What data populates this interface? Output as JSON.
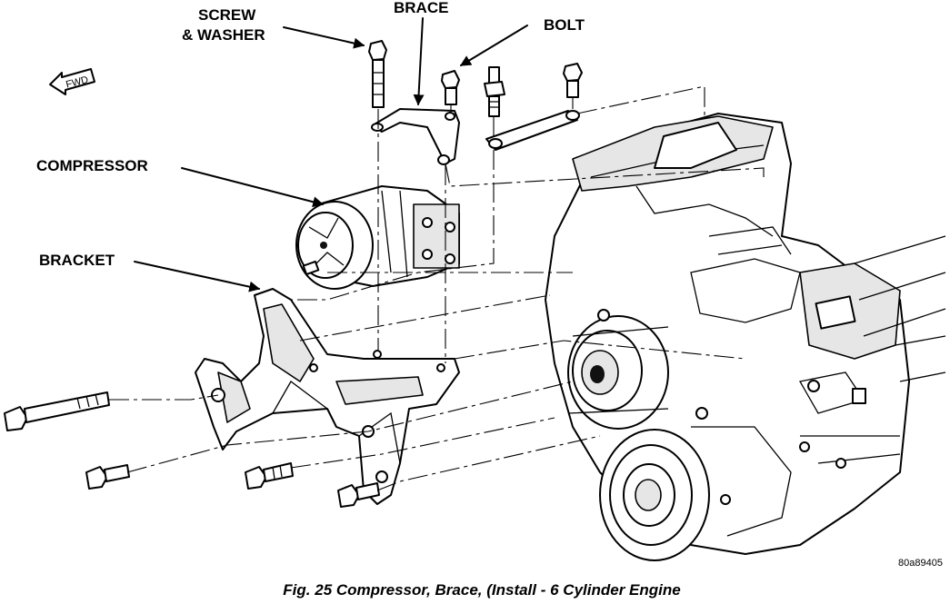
{
  "labels": {
    "screw_washer_line1": "SCREW",
    "screw_washer_line2": "& WASHER",
    "brace": "BRACE",
    "bolt": "BOLT",
    "compressor": "COMPRESSOR",
    "bracket": "BRACKET",
    "fwd": "FWD"
  },
  "figure": {
    "caption": "Fig. 25 Compressor, Brace, (Install - 6 Cylinder Engine",
    "id": "80a89405"
  }
}
